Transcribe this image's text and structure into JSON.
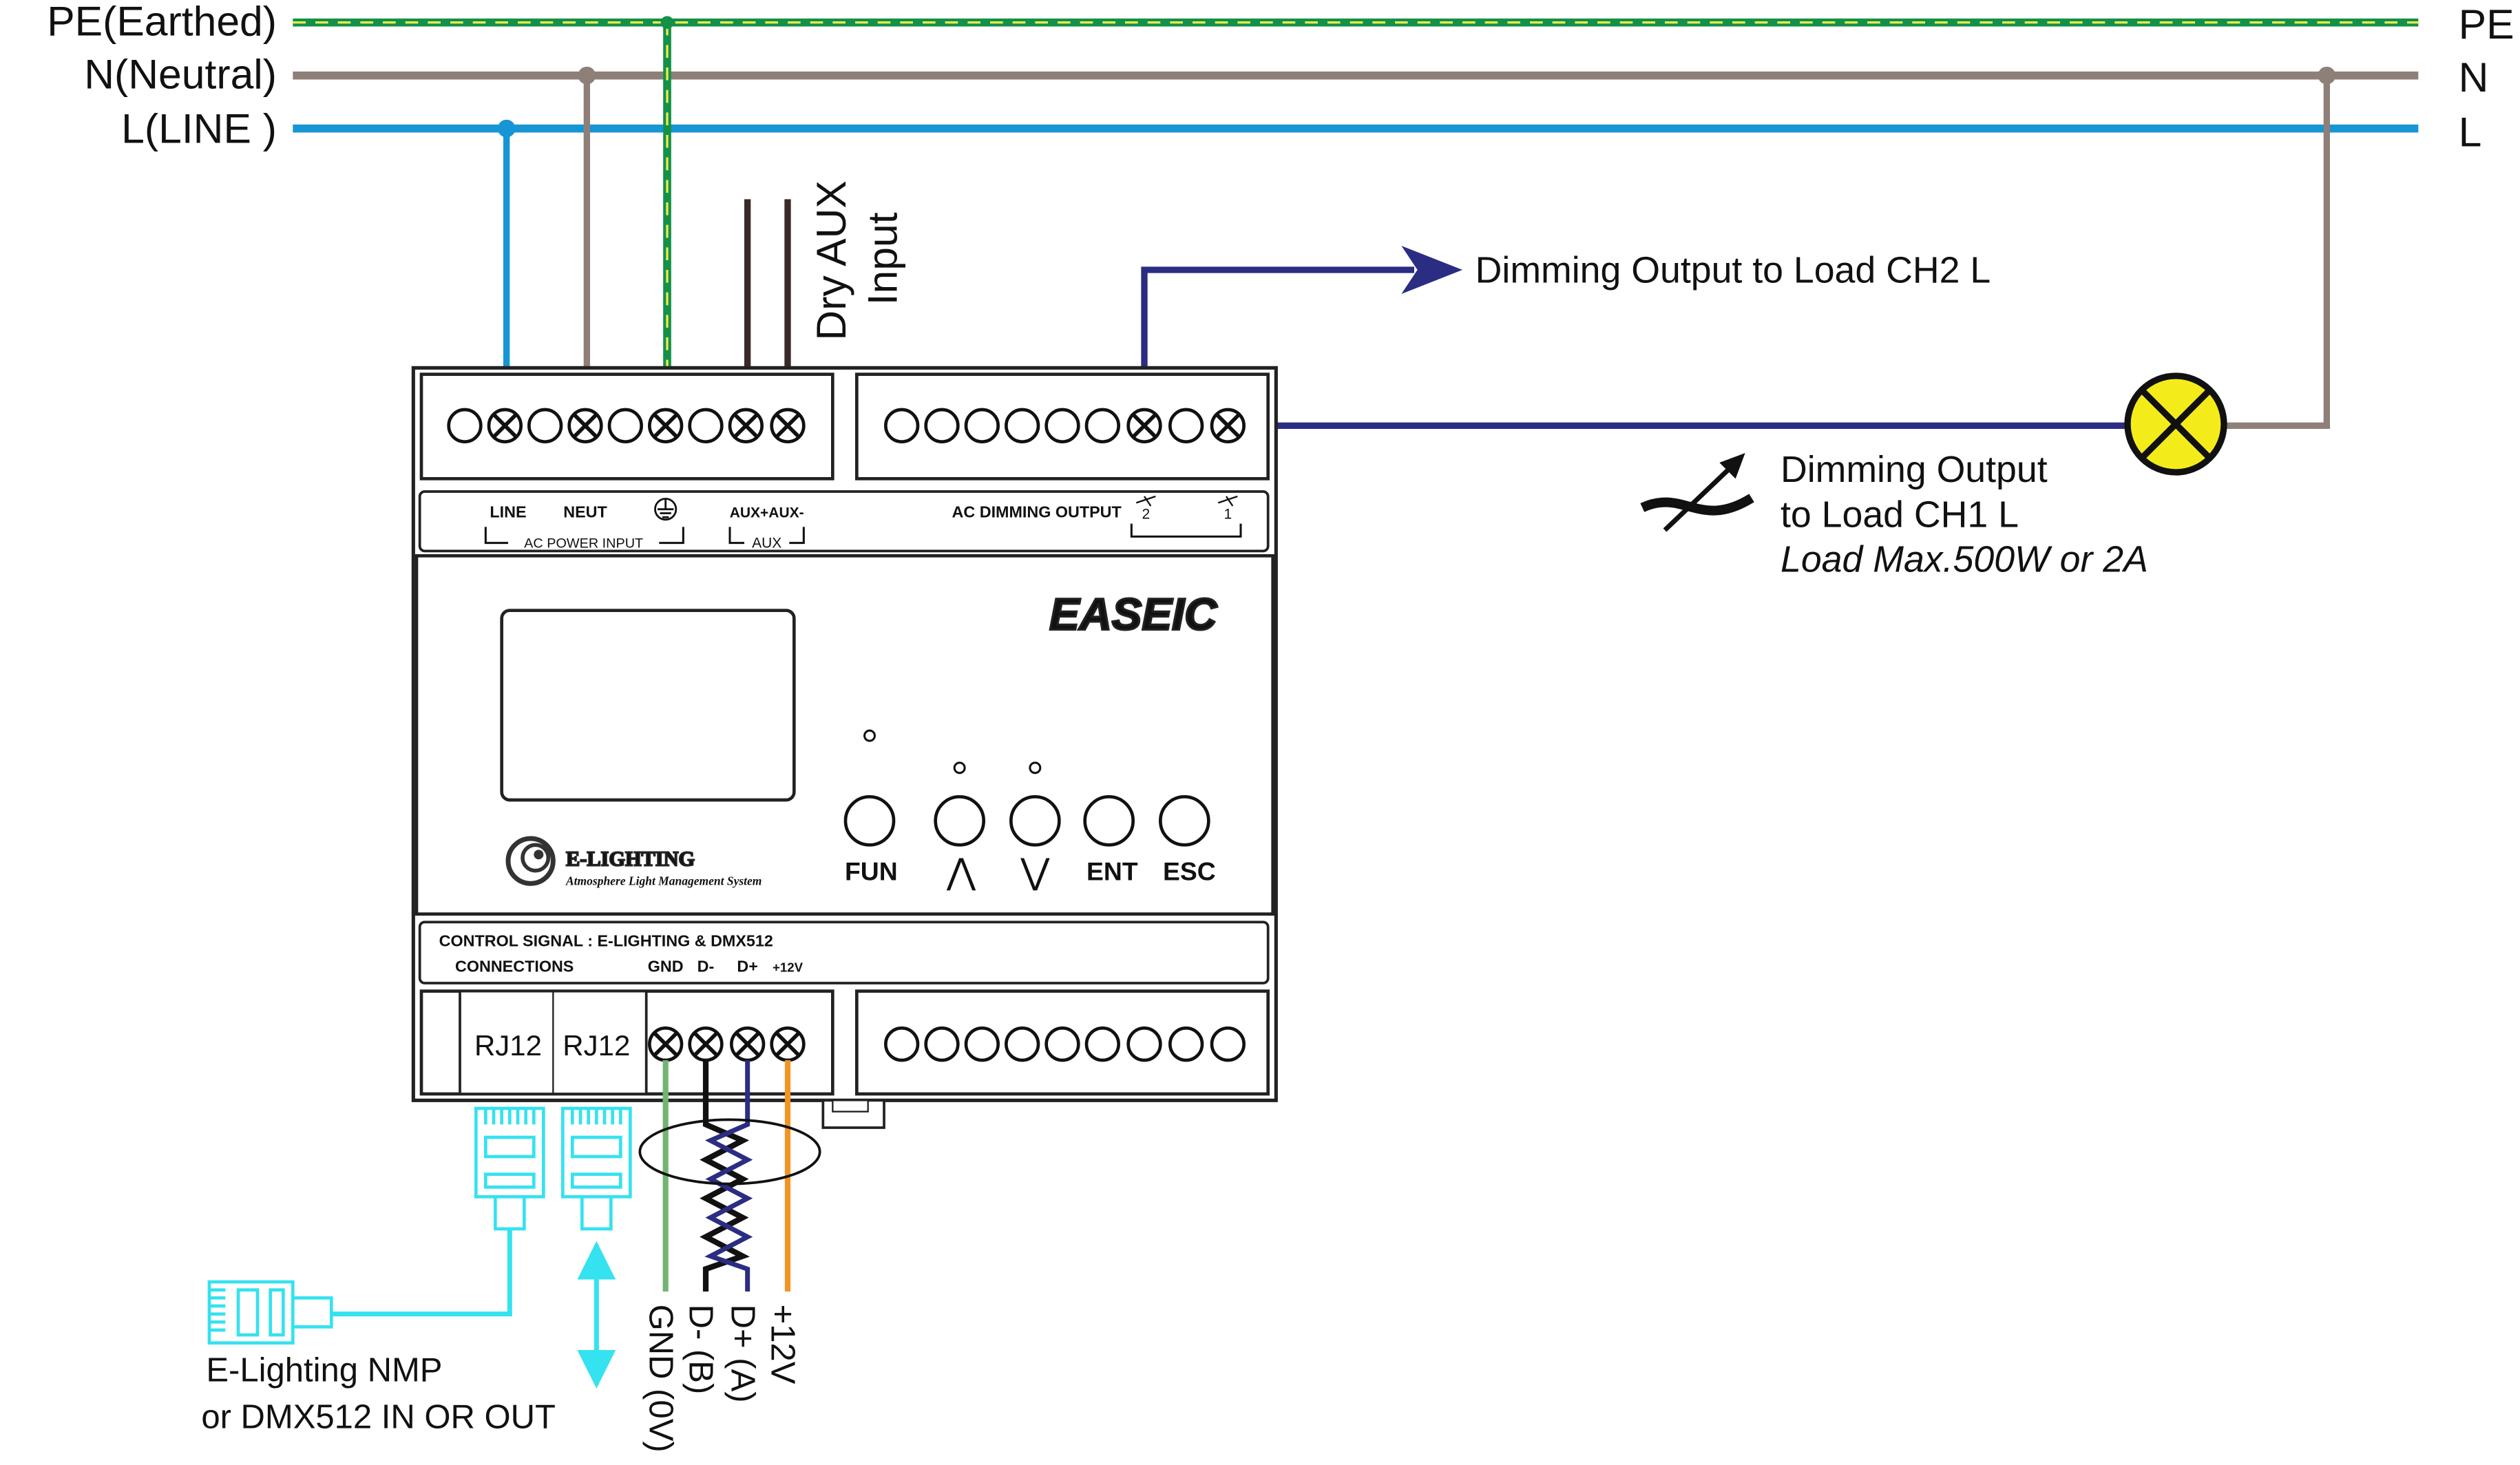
{
  "colors": {
    "pe": "#139148",
    "pe_stripe": "#f2ea4a",
    "neutral": "#8e7f78",
    "line": "#1696d4",
    "dimming": "#2b2d83",
    "aux": "#3a2a27",
    "gnd": "#73b473",
    "d_minus": "#111111",
    "d_plus": "#2b2d83",
    "plus12": "#f39324",
    "rj": "#35e2ef",
    "lamp_fill": "#f4ec1a",
    "device_stroke": "#222222"
  },
  "bus": {
    "pe_left": "PE(Earthed)",
    "n_left": "N(Neutral)",
    "l_left": "L(LINE )",
    "pe_right": "PE",
    "n_right": "N",
    "l_right": "L"
  },
  "aux_input": {
    "line1": "Dry AUX",
    "line2": "Input"
  },
  "outputs": {
    "ch2": "Dimming  Output  to  Load  CH2 L",
    "ch1_line1": "Dimming  Output",
    "ch1_line2": "to  Load  CH1 L",
    "ch1_line3": "Load Max.500W or 2A"
  },
  "device": {
    "top_labels": {
      "line": "LINE",
      "neut": "NEUT",
      "ac_power_input": "AC POWER INPUT",
      "aux_plus_minus": "AUX+AUX-",
      "aux": "AUX",
      "ac_dimming_output": "AC DIMMING OUTPUT",
      "ch2_num": "2",
      "ch1_num": "1"
    },
    "brand": "EASEIC",
    "logo_name": "E-LIGHTING",
    "logo_tagline": "Atmosphere Light Management System",
    "buttons": {
      "fun": "FUN",
      "up": "⋀",
      "down": "⋁",
      "ent": "ENT",
      "esc": "ESC"
    },
    "control_signal": "CONTROL SIGNAL : E-LIGHTING & DMX512",
    "connections": "CONNECTIONS",
    "bottom_terminals": {
      "gnd": "GND",
      "d_minus": "D-",
      "d_plus": "D+",
      "plus12": "+12V"
    },
    "rj12_a": "RJ12",
    "rj12_b": "RJ12"
  },
  "signal_labels": {
    "gnd": "GND (0V)",
    "d_minus": "D-  (B)",
    "d_plus": "D+ (A)",
    "plus12": "+12V"
  },
  "rj_caption": {
    "line1": "E-Lighting NMP",
    "line2": "or DMX512 IN OR OUT"
  },
  "icons": [
    "terminal-screw-icon",
    "earth-ground-icon",
    "lamp-icon",
    "arrow-icon",
    "adjustable-dimmer-icon",
    "rj12-plug-icon",
    "easeic-logo",
    "e-lighting-logo"
  ]
}
